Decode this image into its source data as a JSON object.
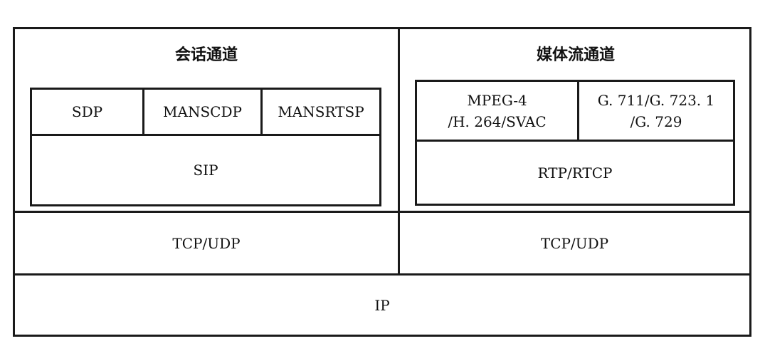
{
  "session_channel": {
    "title": "会话通道",
    "protocols": [
      "SDP",
      "MANSCDP",
      "MANSRTSP"
    ],
    "signaling": "SIP",
    "transport": "TCP/UDP"
  },
  "media_channel": {
    "title": "媒体流通道",
    "video_codecs": "MPEG-4\n/H. 264/SVAC",
    "audio_codecs": "G. 711/G. 723. 1\n/G. 729",
    "rtp": "RTP/RTCP",
    "transport": "TCP/UDP"
  },
  "network": {
    "label": "IP"
  }
}
